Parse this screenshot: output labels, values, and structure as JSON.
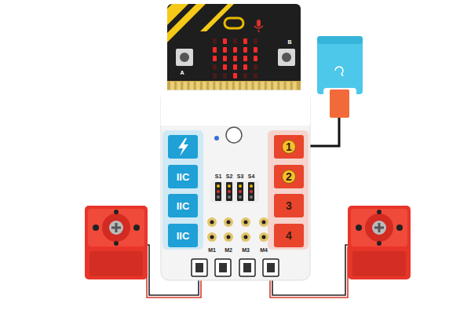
{
  "diagram": {
    "nodes": [
      {
        "text": [
          "1"
        ]
      },
      {
        "text": [
          "IIC"
        ]
      },
      {
        "text": [
          "2"
        ]
      },
      {
        "text": [
          "IIC"
        ]
      },
      {
        "text": [
          "3"
        ]
      },
      {
        "text": [
          "IIC"
        ]
      },
      {
        "text": [
          "4"
        ]
      }
    ],
    "labels": [
      "A",
      "B",
      "S1",
      "S2",
      "S3",
      "S4",
      "M1",
      "M2",
      "M3",
      "M4"
    ]
  }
}
